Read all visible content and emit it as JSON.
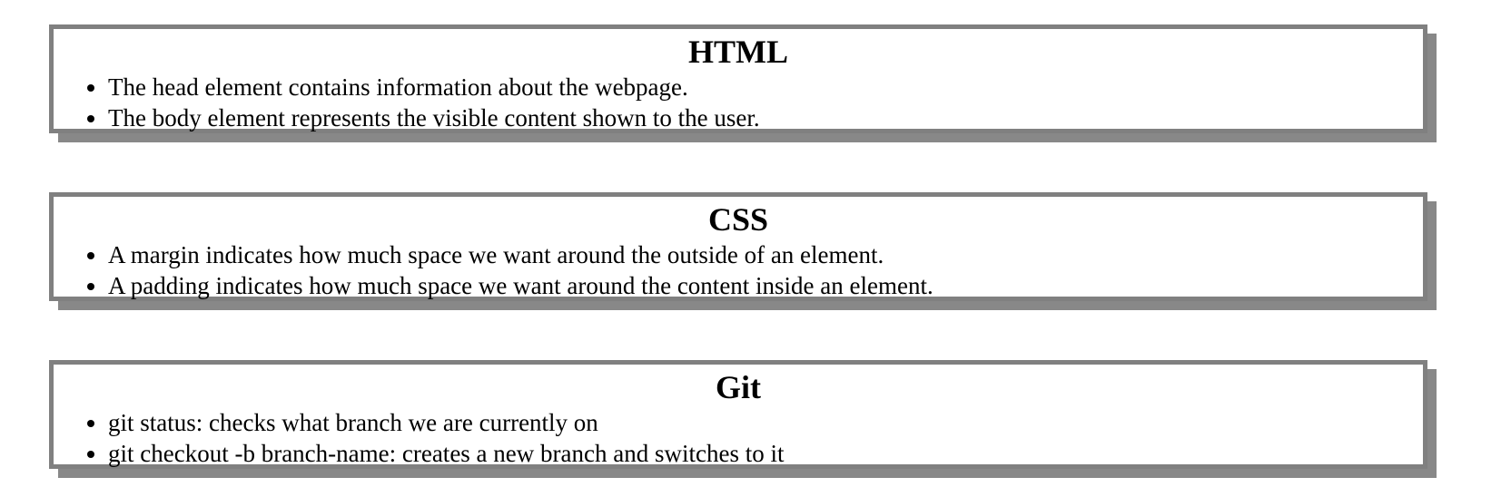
{
  "sections": [
    {
      "title": "HTML",
      "items": [
        "The head element contains information about the webpage.",
        "The body element represents the visible content shown to the user."
      ]
    },
    {
      "title": "CSS",
      "items": [
        "A margin indicates how much space we want around the outside of an element.",
        "A padding indicates how much space we want around the content inside an element."
      ]
    },
    {
      "title": "Git",
      "items": [
        "git status: checks what branch we are currently on",
        "git checkout -b branch-name: creates a new branch and switches to it"
      ]
    }
  ],
  "colors": {
    "border": "#808080",
    "shadow": "#888888",
    "background": "#ffffff",
    "text": "#000000"
  }
}
